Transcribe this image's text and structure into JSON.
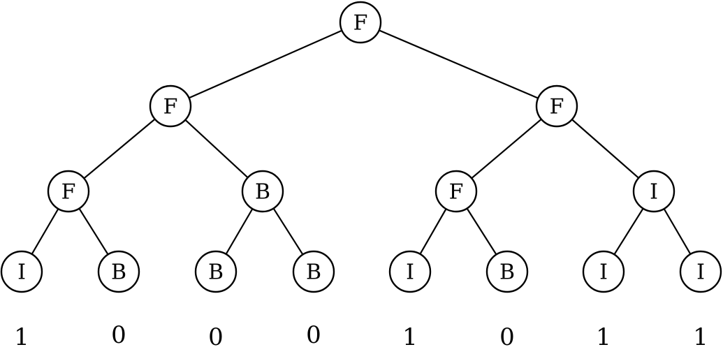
{
  "tree": {
    "root": {
      "label": "F"
    },
    "level1": [
      {
        "label": "F"
      },
      {
        "label": "F"
      }
    ],
    "level2": [
      {
        "label": "F"
      },
      {
        "label": "B"
      },
      {
        "label": "F"
      },
      {
        "label": "I"
      }
    ],
    "leaves": [
      {
        "label": "I",
        "value": "1"
      },
      {
        "label": "B",
        "value": "0"
      },
      {
        "label": "B",
        "value": "0"
      },
      {
        "label": "B",
        "value": "0"
      },
      {
        "label": "I",
        "value": "1"
      },
      {
        "label": "B",
        "value": "0"
      },
      {
        "label": "I",
        "value": "1"
      },
      {
        "label": "I",
        "value": "1"
      }
    ]
  }
}
